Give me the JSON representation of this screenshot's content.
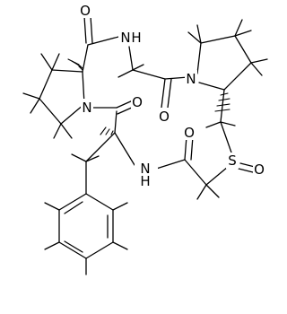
{
  "atoms": {
    "o_top": "O",
    "nh_top": "H",
    "nh_top_n": "N",
    "n_right_pro": "N",
    "n_left_pro": "N",
    "o_mid_left": "O",
    "o_mid_right": "O",
    "o_right_amide": "O",
    "nh_bottom_n": "N",
    "nh_bottom_h": "H",
    "s_sulfoxide": "S",
    "o_sulfoxide": "O"
  }
}
